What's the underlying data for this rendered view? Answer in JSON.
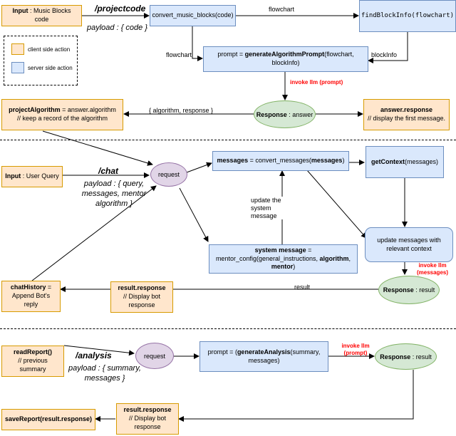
{
  "legend": {
    "client_label": "client side action",
    "server_label": "server side action"
  },
  "nodes": {
    "input_code_key": "Input",
    "input_code_rest": " : Music Blocks code",
    "convert_blocks": "convert_music_blocks(code)",
    "find_block_info": "findBlockInfo(flowchart)",
    "prompt_gen_pre": "prompt = ",
    "prompt_gen_fn": "generateAlgorithmPrompt",
    "prompt_gen_post": "(flowchart, blockInfo)",
    "response_answer_key": "Response",
    "response_answer_rest": " : answer",
    "project_algorithm_key": "projectAlgorithm",
    "project_algorithm_rest": " = answer.algorithm",
    "project_algorithm_comment": "// keep a record of the algorithm",
    "answer_response_key": "answer.response",
    "answer_response_comment": "// display the first message.",
    "input_query_key": "Input",
    "input_query_rest": " : User Query",
    "request1": "request",
    "messages_key": "messages",
    "messages_mid": " = convert_messages(",
    "messages_arg": "messages",
    "messages_end": ")",
    "get_context_key": "getContext",
    "get_context_rest": "(messages)",
    "update_messages": "update messages with relevant context",
    "system_message_key": "system message",
    "system_message_eq": " =",
    "mentor_config_a": "mentor_config(general_instructions, ",
    "mentor_config_b": "algorithm",
    "mentor_config_c": ", ",
    "mentor_config_d": "mentor",
    "mentor_config_e": ")",
    "chat_history_key": "chatHistory",
    "chat_history_rest": " = Append Bot's reply",
    "result_response_key": "result.response",
    "result_response_comment": "// Display bot response",
    "response_result_key": "Response",
    "response_result_rest": " : result",
    "read_report_key": "readReport()",
    "read_report_comment": "// previous summary",
    "request2": "request",
    "prompt_analysis_pre": "prompt = (",
    "prompt_analysis_fn": "generateAnalysis",
    "prompt_analysis_post": "(summary, messages)",
    "response_result2_key": "Response",
    "response_result2_rest": " : result",
    "result_response2_key": "result.response",
    "result_response2_comment": "// Display bot response",
    "save_report": "saveReport(result.response)"
  },
  "edge_labels": {
    "route_projectcode": "/projectcode",
    "payload_code": "payload : { code }",
    "flowchart_top": "flowchart",
    "flowchart_left": "flowchart",
    "block_info": "blockInfo",
    "invoke_prompt": "invoke llm (prompt)",
    "algorithm_response": "{ algorithm, response }",
    "route_chat": "/chat",
    "payload_chat": "payload : { query, messages, mentor algorithm }",
    "update_system_message": "update the system message",
    "invoke_messages": "invoke llm (messages)",
    "result": "result",
    "route_analysis": "/analysis",
    "payload_analysis": "payload : { summary, messages }",
    "invoke_prompt2": "invoke llm (prompt)"
  },
  "colors": {
    "client_fill": "#ffe6cc",
    "client_border": "#d79b00",
    "server_fill": "#dae8fc",
    "server_border": "#6c8ebf",
    "response_fill": "#d5e8d4",
    "request_fill": "#e1d5e7",
    "invoke_text": "#ff0000"
  }
}
